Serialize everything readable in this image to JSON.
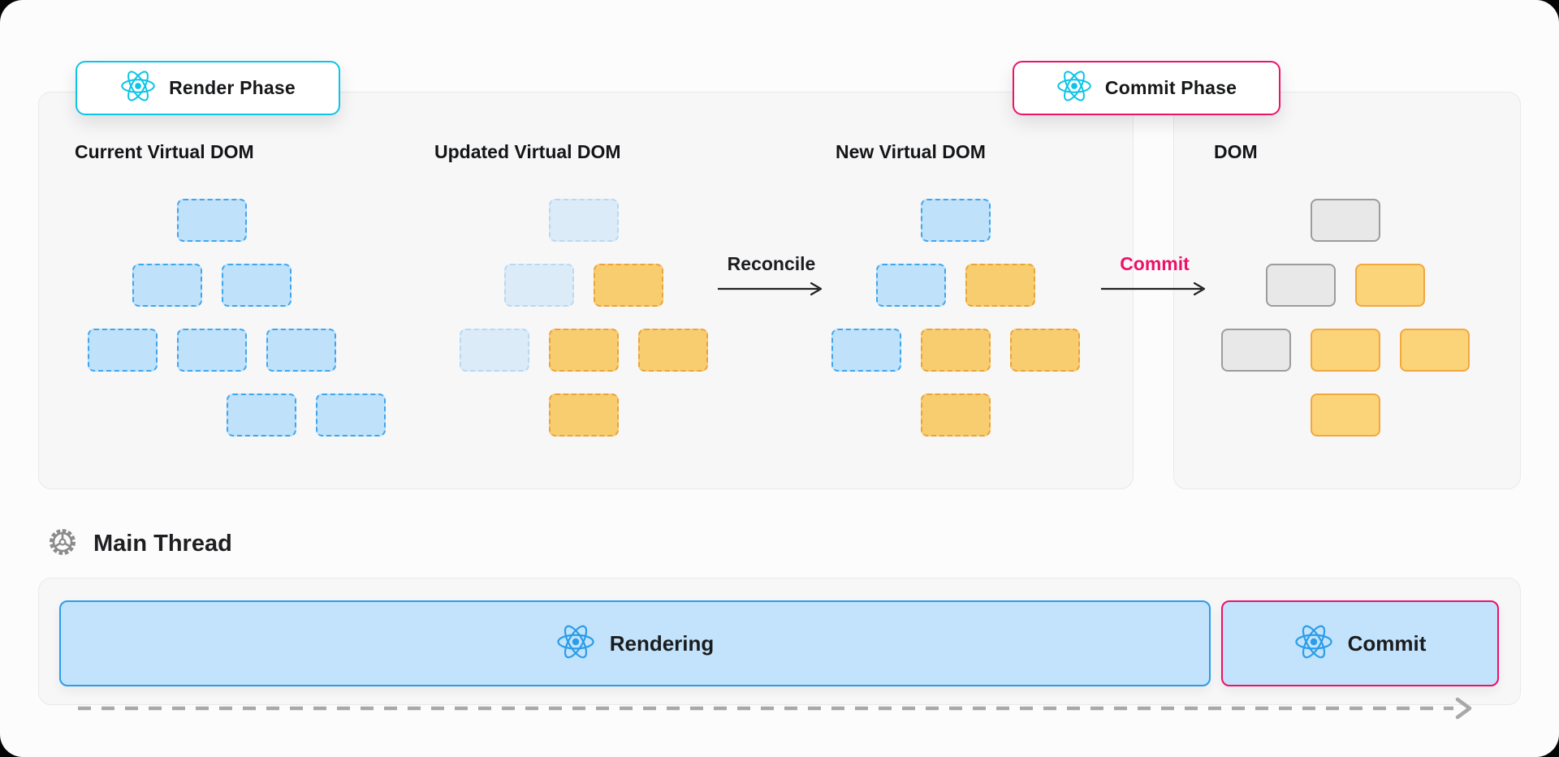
{
  "badges": {
    "render_phase": {
      "label": "Render Phase",
      "icon": "react-icon",
      "border_color": "#0bc4e8"
    },
    "commit_phase": {
      "label": "Commit Phase",
      "icon": "react-icon",
      "border_color": "#ec1268"
    }
  },
  "trees": [
    {
      "id": "current-vdom",
      "title": "Current Virtual DOM",
      "rows": [
        [
          "blue"
        ],
        [
          "blue",
          "blue"
        ],
        [
          "blue",
          "blue",
          "blue"
        ],
        [
          "blue",
          "blue"
        ]
      ]
    },
    {
      "id": "updated-vdom",
      "title": "Updated Virtual DOM",
      "rows": [
        [
          "faded"
        ],
        [
          "faded",
          "orange"
        ],
        [
          "faded",
          "orange",
          "orange"
        ],
        [
          "orange"
        ]
      ]
    },
    {
      "id": "new-vdom",
      "title": "New Virtual DOM",
      "rows": [
        [
          "blue"
        ],
        [
          "blue",
          "orange"
        ],
        [
          "blue",
          "orange",
          "orange"
        ],
        [
          "orange"
        ]
      ]
    },
    {
      "id": "dom",
      "title": "DOM",
      "rows": [
        [
          "gray"
        ],
        [
          "gray",
          "orange-solid"
        ],
        [
          "gray",
          "orange-solid",
          "orange-solid"
        ],
        [
          "orange-solid"
        ]
      ]
    }
  ],
  "arrows": {
    "reconcile": {
      "label": "Reconcile",
      "color": "#1b1c1e"
    },
    "commit": {
      "label": "Commit",
      "color": "#ec1268"
    }
  },
  "main_thread": {
    "label": "Main Thread",
    "icon": "gear-icon"
  },
  "timeline": {
    "rendering_bar": {
      "label": "Rendering",
      "icon": "react-icon",
      "border_color": "#2b9ce9"
    },
    "commit_bar": {
      "label": "Commit",
      "icon": "react-icon",
      "border_color": "#ec1268"
    }
  },
  "colors": {
    "react_cyan": "#0bc4e8",
    "react_blue": "#2b9ce9",
    "pink_accent": "#ec1268",
    "vdom_node_fill": "#bfe1f9",
    "vdom_node_border": "#3ea6ef",
    "faded_node_fill": "#dcebf8",
    "faded_node_border": "#b9d8f0",
    "changed_node_fill": "#f8cd6f",
    "changed_node_border": "#e8a33c",
    "dom_node_fill": "#e8e8e9",
    "dom_node_border": "#9c9c9c",
    "committed_node_fill": "#fbd379",
    "committed_node_border": "#f1a83f",
    "panel_bg": "#f7f7f8",
    "timeline_dash": "#a8a8a8"
  }
}
